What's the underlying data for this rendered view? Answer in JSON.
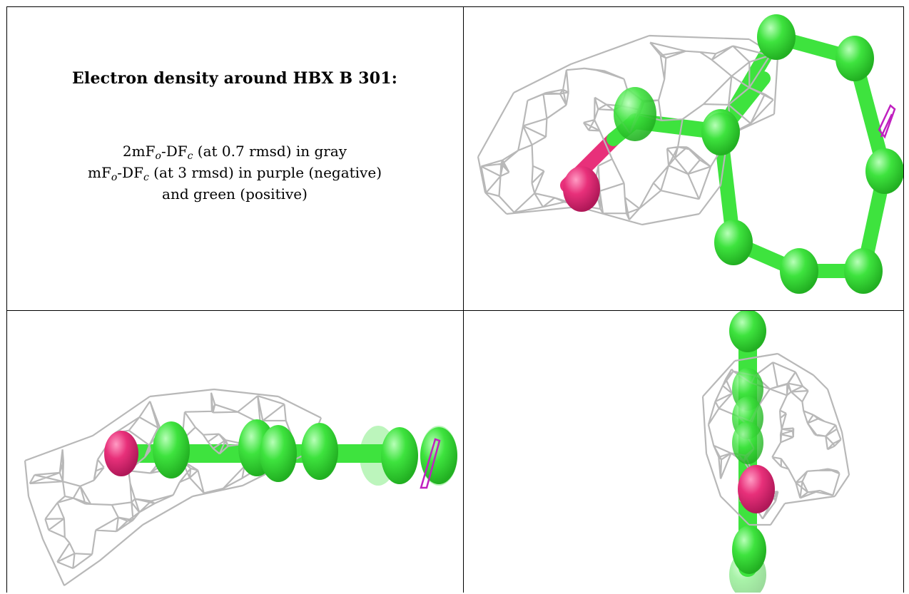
{
  "caption": {
    "title": "Electron density around HBX B 301:",
    "line1": {
      "pre": "2mF",
      "sub1": "o",
      "mid": "-DF",
      "sub2": "c",
      "post": " (at 0.7 rmsd) in gray"
    },
    "line2": {
      "pre": "mF",
      "sub1": "o",
      "mid": "-DF",
      "sub2": "c",
      "post": " (at 3 rmsd) in purple (negative)"
    },
    "line3": "and green (positive)"
  },
  "colors": {
    "mesh": "#b8b8b8",
    "carbon": "#3ee33e",
    "oxygen": "#e8307a",
    "negative_density": "#c020c0"
  }
}
